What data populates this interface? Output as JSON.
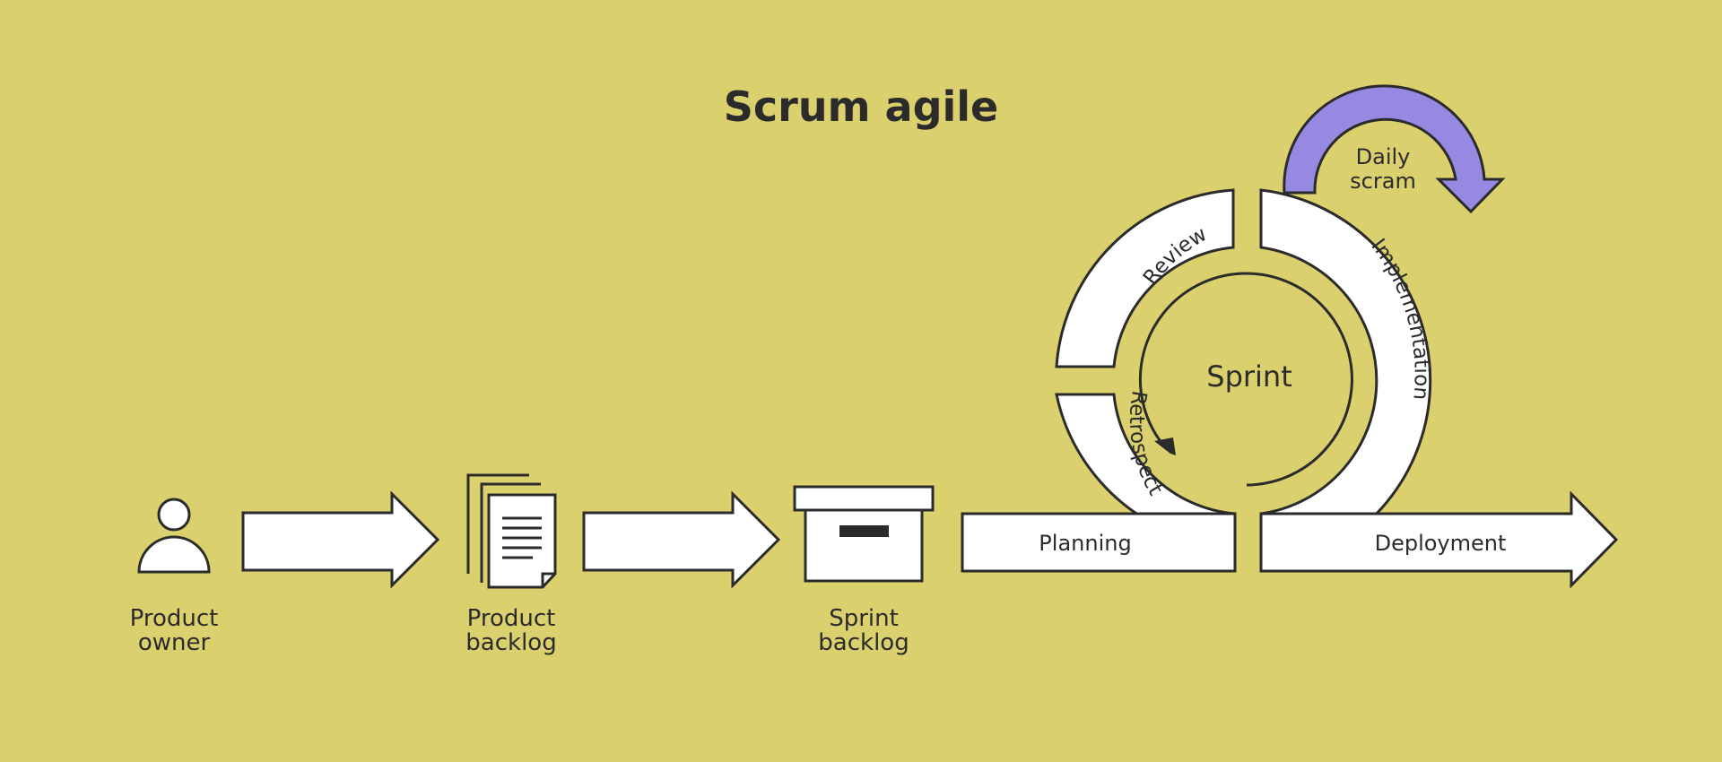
{
  "colors": {
    "background": "#DBD06E",
    "shape_fill": "#FFFFFF",
    "stroke": "#2B2B2B",
    "daily_arrow": "#9589E2",
    "box_slot": "#2B2B2B"
  },
  "title": "Scrum agile",
  "roles": [
    {
      "line1": "Product",
      "line2": "owner",
      "icon": "person-icon"
    },
    {
      "line1": "Product",
      "line2": "backlog",
      "icon": "documents-icon"
    },
    {
      "line1": "Sprint",
      "line2": "backlog",
      "icon": "archive-box-icon"
    }
  ],
  "cycle": {
    "center": "Sprint",
    "review": "Review",
    "retrospect": "Retrospect",
    "implementation": "Implementation",
    "planning": "Planning",
    "deployment": "Deployment",
    "daily": {
      "line1": "Daily",
      "line2": "scram"
    }
  }
}
